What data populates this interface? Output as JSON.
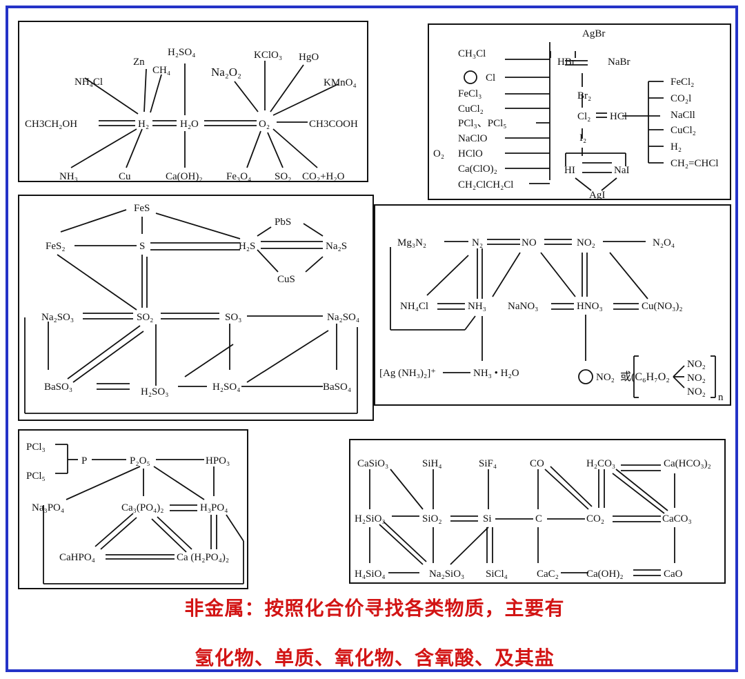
{
  "captions": {
    "line1": "非金属：按照化合价寻找各类物质，主要有",
    "line2": "氢化物、单质、氧化物、含氧酸、及其盐"
  },
  "colors": {
    "frame": "#2433c7",
    "caption": "#d21414",
    "lines": "#111111"
  },
  "panels": [
    {
      "id": "hydrogen-oxygen",
      "nodes": [
        {
          "id": "h2so4",
          "label": "H₂SO₄"
        },
        {
          "id": "zn",
          "label": "Zn"
        },
        {
          "id": "ch4",
          "label": "CH₄"
        },
        {
          "id": "nh4cl",
          "label": "NH₄Cl"
        },
        {
          "id": "ch3ch2oh",
          "label": "CH3CH₂OH"
        },
        {
          "id": "h2",
          "label": "H₂"
        },
        {
          "id": "h2o",
          "label": "H₂O"
        },
        {
          "id": "nh3",
          "label": "NH₃"
        },
        {
          "id": "cu",
          "label": "Cu"
        },
        {
          "id": "caoh2",
          "label": "Ca(OH)₂"
        },
        {
          "id": "na2o2",
          "label": "Na₂O₂"
        },
        {
          "id": "kclo3",
          "label": "KClO₃"
        },
        {
          "id": "hgo",
          "label": "HgO"
        },
        {
          "id": "kmno4",
          "label": "KMnO₄"
        },
        {
          "id": "o2",
          "label": "O₂"
        },
        {
          "id": "ch3cooh",
          "label": "CH3COOH"
        },
        {
          "id": "fe3o4",
          "label": "Fe₃O₄"
        },
        {
          "id": "so2",
          "label": "SO₂"
        },
        {
          "id": "co2h2o",
          "label": "CO₂+H₂O"
        }
      ]
    },
    {
      "id": "halogens",
      "nodes": [
        {
          "id": "agbr",
          "label": "AgBr"
        },
        {
          "id": "hbr",
          "label": "HBr"
        },
        {
          "id": "nabr",
          "label": "NaBr"
        },
        {
          "id": "ch3cl",
          "label": "CH₃Cl"
        },
        {
          "id": "phcl",
          "label": "Cl"
        },
        {
          "id": "fecl3",
          "label": "FeCl₃"
        },
        {
          "id": "cucl2a",
          "label": "CuCl₂"
        },
        {
          "id": "pcl",
          "label": "PCl₃、PCl₅"
        },
        {
          "id": "naclo",
          "label": "NaClO"
        },
        {
          "id": "o2b",
          "label": "O₂"
        },
        {
          "id": "hclo",
          "label": "HClO"
        },
        {
          "id": "caclo2",
          "label": "Ca(ClO)₂"
        },
        {
          "id": "ch2clch2cl",
          "label": "CH₂ClCH₂Cl"
        },
        {
          "id": "br2",
          "label": "Br₂"
        },
        {
          "id": "cl2",
          "label": "Cl₂"
        },
        {
          "id": "i2",
          "label": "I₂"
        },
        {
          "id": "hcl",
          "label": "HCl"
        },
        {
          "id": "hi",
          "label": "HI"
        },
        {
          "id": "nai",
          "label": "NaI"
        },
        {
          "id": "agi",
          "label": "AgI"
        },
        {
          "id": "fecl2",
          "label": "FeCl₂"
        },
        {
          "id": "co2l",
          "label": "CO₂l"
        },
        {
          "id": "nacll",
          "label": "NaCll"
        },
        {
          "id": "cucl2b",
          "label": "CuCl₂"
        },
        {
          "id": "h2b",
          "label": "H₂"
        },
        {
          "id": "ch2chcl",
          "label": "CH₂=CHCl"
        }
      ]
    },
    {
      "id": "sulfur",
      "nodes": [
        {
          "id": "fes",
          "label": "FeS"
        },
        {
          "id": "pbs",
          "label": "PbS"
        },
        {
          "id": "fes2",
          "label": "FeS₂"
        },
        {
          "id": "s",
          "label": "S"
        },
        {
          "id": "h2s",
          "label": "H₂S"
        },
        {
          "id": "na2s",
          "label": "Na₂S"
        },
        {
          "id": "cus",
          "label": "CuS"
        },
        {
          "id": "na2so3",
          "label": "Na₂SO₃"
        },
        {
          "id": "so2s",
          "label": "SO₂"
        },
        {
          "id": "so3",
          "label": "SO₃"
        },
        {
          "id": "na2so4",
          "label": "Na₂SO₄"
        },
        {
          "id": "baso3",
          "label": "BaSO₃"
        },
        {
          "id": "h2so3",
          "label": "H₂SO₃"
        },
        {
          "id": "h2so4s",
          "label": "H₂SO₄"
        },
        {
          "id": "baso4",
          "label": "BaSO₄"
        }
      ]
    },
    {
      "id": "nitrogen",
      "nodes": [
        {
          "id": "mg3n2",
          "label": "Mg₃N₂"
        },
        {
          "id": "n2",
          "label": "N₂"
        },
        {
          "id": "no",
          "label": "NO"
        },
        {
          "id": "no2",
          "label": "NO₂"
        },
        {
          "id": "n2o4",
          "label": "N₂O₄"
        },
        {
          "id": "nh4cln",
          "label": "NH₄Cl"
        },
        {
          "id": "nh3n",
          "label": "NH₃"
        },
        {
          "id": "nano3",
          "label": "NaNO₃"
        },
        {
          "id": "hno3",
          "label": "HNO₃"
        },
        {
          "id": "cuno32",
          "label": "Cu(NO₃)₂"
        },
        {
          "id": "agnh3",
          "label": "[Ag (NH₃)₂]⁺"
        },
        {
          "id": "nh3h2o",
          "label": "NH₃ • H₂O"
        },
        {
          "id": "nitrobenzene",
          "label": "NO₂"
        },
        {
          "id": "or",
          "label": "或(C₆H₇O₂"
        },
        {
          "id": "nitro1",
          "label": "NO₂"
        },
        {
          "id": "nitro2",
          "label": "NO₂"
        },
        {
          "id": "nitro3",
          "label": "NO₂"
        },
        {
          "id": "n",
          "label": "n"
        }
      ]
    },
    {
      "id": "phosphorus",
      "nodes": [
        {
          "id": "pcl3a",
          "label": "PCl₃"
        },
        {
          "id": "p",
          "label": "P"
        },
        {
          "id": "p2o5",
          "label": "P₂O₅"
        },
        {
          "id": "hpo3",
          "label": "HPO₃"
        },
        {
          "id": "pcl5",
          "label": "PCl₅"
        },
        {
          "id": "na3po4",
          "label": "Na₃PO₄"
        },
        {
          "id": "ca3po42",
          "label": "Ca₃(PO₄)₂"
        },
        {
          "id": "h3po4",
          "label": "H₃PO₄"
        },
        {
          "id": "cahpo4",
          "label": "CaHPO₄"
        },
        {
          "id": "cah2po42",
          "label": "Ca (H₂PO₄)₂"
        }
      ]
    },
    {
      "id": "carbon-silicon",
      "nodes": [
        {
          "id": "casio3",
          "label": "CaSiO₃"
        },
        {
          "id": "sih4",
          "label": "SiH₄"
        },
        {
          "id": "sif4",
          "label": "SiF₄"
        },
        {
          "id": "co",
          "label": "CO"
        },
        {
          "id": "h2co3",
          "label": "H₂CO₃"
        },
        {
          "id": "cahco32",
          "label": "Ca(HCO₃)₂"
        },
        {
          "id": "h2sio3",
          "label": "H₂SiO₃"
        },
        {
          "id": "sio2",
          "label": "SiO₂"
        },
        {
          "id": "si",
          "label": "Si"
        },
        {
          "id": "c",
          "label": "C"
        },
        {
          "id": "co2c",
          "label": "CO₂"
        },
        {
          "id": "caco3",
          "label": "CaCO₃"
        },
        {
          "id": "h4sio4",
          "label": "H₄SiO₄"
        },
        {
          "id": "na2sio3",
          "label": "Na₂SiO₃"
        },
        {
          "id": "sicl4",
          "label": "SiCl₄"
        },
        {
          "id": "cac2",
          "label": "CaC₂"
        },
        {
          "id": "caoh2c",
          "label": "Ca(OH)₂"
        },
        {
          "id": "cao",
          "label": "CaO"
        }
      ]
    }
  ]
}
